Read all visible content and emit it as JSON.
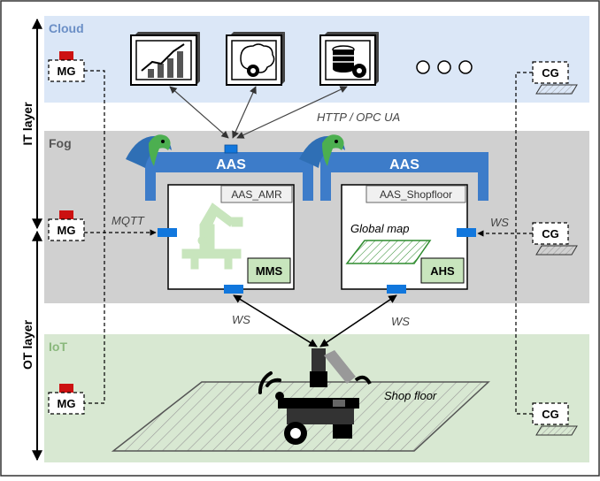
{
  "layers": {
    "it": "IT layer",
    "ot": "OT layer"
  },
  "zones": {
    "cloud": "Cloud",
    "fog": "Fog",
    "iot": "IoT"
  },
  "cloud_icons": [
    "analytics-chart-icon",
    "brain-gear-icon",
    "database-gear-icon",
    "more-icon"
  ],
  "protocols": {
    "http": "HTTP / OPC UA",
    "mqtt": "MQTT",
    "ws_right": "WS",
    "ws_left_down": "WS",
    "ws_right_down": "WS"
  },
  "aas": {
    "left": {
      "header": "AAS",
      "name": "AAS_AMR",
      "module": "MMS"
    },
    "right": {
      "header": "AAS",
      "name": "AAS_Shopfloor",
      "module": "AHS",
      "map_label": "Global map"
    }
  },
  "gateways": {
    "mg": "MG",
    "cg": "CG"
  },
  "shop_floor": "Shop floor",
  "colors": {
    "cloud_bg": "#dbe7f7",
    "fog_bg": "#d0d0d0",
    "iot_bg": "#d8e8d2",
    "cloud_text": "#6b8fc6",
    "iot_text": "#8ab87c",
    "aas_blue": "#3d7cc9",
    "port_blue": "#1177dd",
    "module_green": "#c8e5bd",
    "gateway_red": "#cc1111",
    "parrot_green": "#4caf50",
    "parrot_blue": "#2f6fb5"
  }
}
